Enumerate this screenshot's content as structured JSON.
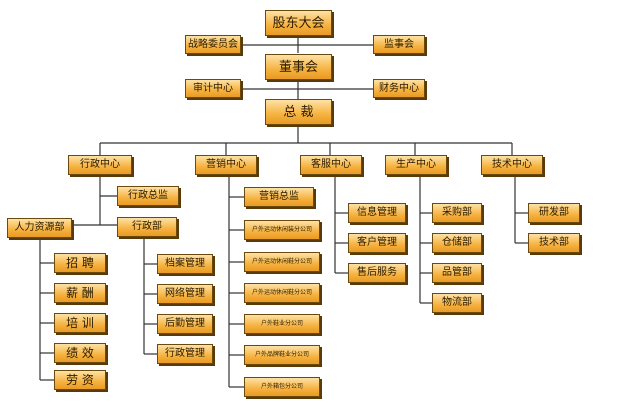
{
  "nodes": {
    "shareholders": "股东大会",
    "strategy": "战略委员会",
    "supervisors": "监事会",
    "board": "董事会",
    "audit": "审计中心",
    "finance": "财务中心",
    "ceo": "总  裁",
    "admin_center": "行政中心",
    "marketing_center": "营销中心",
    "service_center": "客服中心",
    "production_center": "生产中心",
    "tech_center": "技术中心",
    "admin_director": "行政总监",
    "hr": "人力资源部",
    "admin_dept": "行政部",
    "hr_recruit": "招  聘",
    "hr_salary": "薪  酬",
    "hr_training": "培  训",
    "hr_performance": "绩  效",
    "hr_labor": "劳  资",
    "archives": "档案管理",
    "network": "网络管理",
    "logistics": "后勤管理",
    "admin_mgmt": "行政管理",
    "marketing_director": "营销总监",
    "branch_1": "户外运动休闲装分公司",
    "branch_2": "户外运动休闲鞋分公司",
    "branch_3": "户外运动休闲鞋分公司",
    "branch_4": "户外鞋业分公司",
    "branch_5": "户外品牌鞋业分公司",
    "branch_6": "户外箱包分公司",
    "info_mgmt": "信息管理",
    "customer_mgmt": "客户管理",
    "after_sales": "售后服务",
    "purchasing": "采购部",
    "warehouse": "仓储部",
    "quality": "品管部",
    "logistics_dept": "物流部",
    "rnd": "研发部",
    "tech_dept": "技术部"
  }
}
